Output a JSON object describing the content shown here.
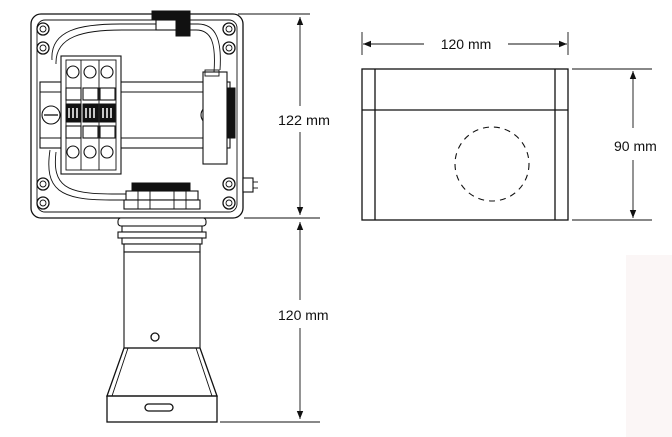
{
  "dimensions": {
    "enclosure_height": "122 mm",
    "probe_length": "120 mm",
    "side_width": "120 mm",
    "side_height": "90 mm"
  }
}
